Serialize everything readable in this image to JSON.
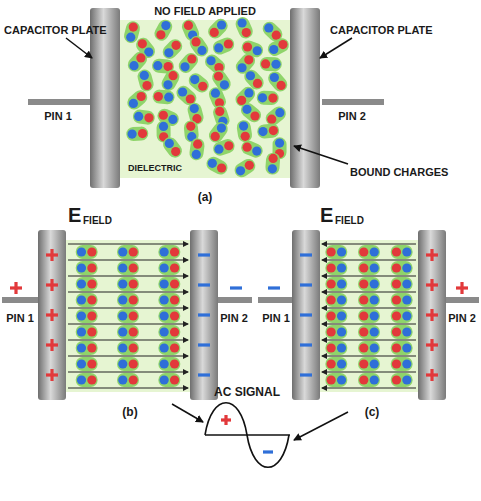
{
  "diagram": {
    "labels": [
      "CAPACITOR PLATE",
      "NO FIELD APPLIED",
      "CAPACITOR PLATE",
      "PIN 1",
      "PIN 2",
      "DIELECTRIC",
      "BOUND CHARGES",
      "(a)",
      "E",
      "FIELD",
      "PIN 1",
      "PIN 2",
      "E",
      "FIELD",
      "PIN 1",
      "PIN 2",
      "(b)",
      "AC SIGNAL",
      "(c)"
    ]
  }
}
